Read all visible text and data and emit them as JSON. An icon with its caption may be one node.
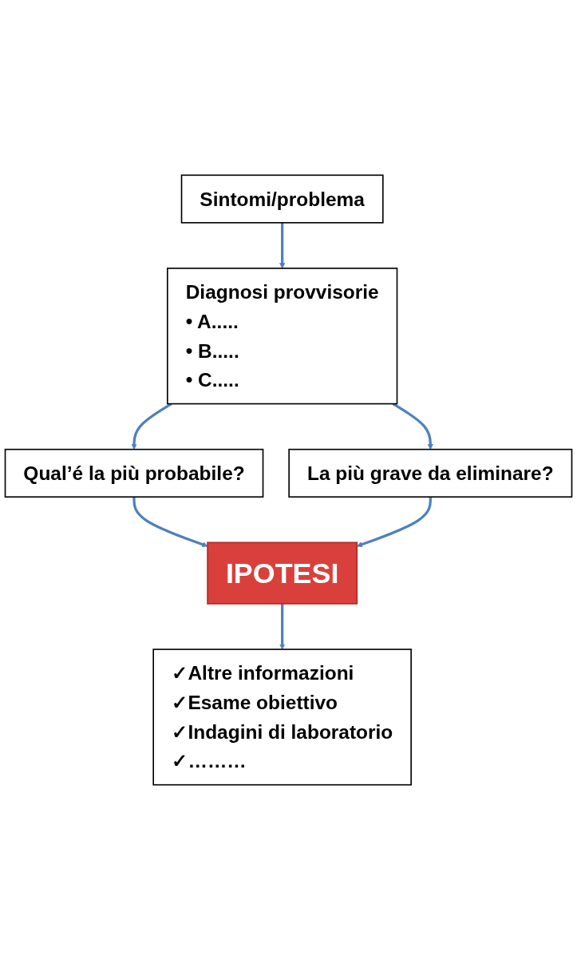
{
  "diagram": {
    "nodes": [
      {
        "text": [
          "Sintomi/problema"
        ]
      },
      {
        "text": [
          "Diagnosi provvisorie",
          "• A.....",
          "• B.....",
          "• C....."
        ]
      },
      {
        "text": [
          "Qual’é la più probabile?"
        ]
      },
      {
        "text": [
          "La più grave da eliminare?"
        ]
      },
      {
        "text": [
          "IPOTESI"
        ]
      },
      {
        "text": [
          "✓Altre informazioni",
          "✓Esame obiettivo",
          "✓Indagini di laboratorio",
          "✓………"
        ]
      }
    ],
    "edges": [
      {
        "from": 0,
        "to": 1,
        "arrow": "to"
      },
      {
        "from": 1,
        "to": 2,
        "arrow": "to"
      },
      {
        "from": 1,
        "to": 3,
        "arrow": "to"
      },
      {
        "from": 2,
        "to": 4,
        "arrow": "to"
      },
      {
        "from": 3,
        "to": 4,
        "arrow": "to"
      },
      {
        "from": 4,
        "to": 5,
        "arrow": "to"
      }
    ]
  }
}
